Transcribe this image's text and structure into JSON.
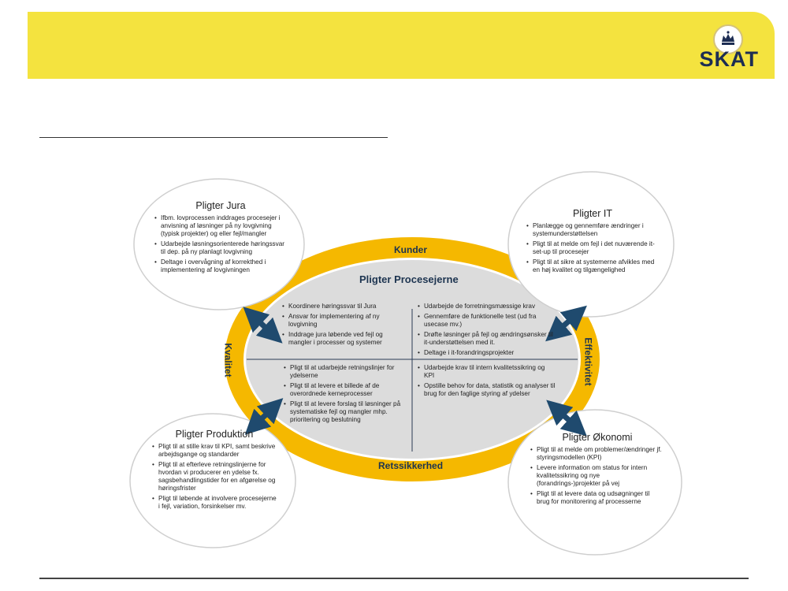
{
  "brand": {
    "name": "SKAT"
  },
  "colors": {
    "banner": "#f4e33f",
    "ring": "#f5b800",
    "center": "#dcdcdc",
    "arrow": "#1f4a6e",
    "text_dark": "#1d3450"
  },
  "ring": {
    "top": "Kunder",
    "bottom": "Retssikkerhed",
    "left": "Kvalitet",
    "right": "Effektivitet"
  },
  "center": {
    "title": "Pligter Procesejerne",
    "top_left": [
      "Koordinere høringssvar til Jura",
      "Ansvar for implementering af ny lovgivning",
      "Inddrage jura løbende ved fejl og mangler i processer og systemer"
    ],
    "top_right": [
      "Udarbejde de forretningsmæssige krav",
      "Gennemføre de funktionelle test (ud fra usecase mv.)",
      "Drøfte løsninger på fejl og ændringsønsker til it-understøttelsen med it.",
      "Deltage i it-forandringsprojekter"
    ],
    "bottom_left": [
      "Pligt til at udarbejde retningslinjer for ydelserne",
      "Pligt til at levere et billede af de overordnede kerneprocesser",
      "Pligt til at levere forslag til løsninger på systematiske fejl og mangler mhp. prioritering og beslutning"
    ],
    "bottom_right": [
      "Udarbejde krav til intern kvalitetssikring og KPI",
      "Opstille behov for data, statistik og analyser til brug for den faglige styring af ydelser"
    ]
  },
  "jura": {
    "title": "Pligter Jura",
    "items": [
      "Ifbm. lovprocessen inddrages procesejer i anvisning af løsninger på ny lovgivning (typisk projekter) og eller fejl/mangler",
      "Udarbejde løsningsorienterede høringssvar til dep. på ny planlagt lovgivning",
      "Deltage i overvågning af korrekthed i implementering af lovgivningen"
    ]
  },
  "it": {
    "title": "Pligter IT",
    "items": [
      "Planlægge og gennemføre ændringer i systemunderstøttelsen",
      "Pligt til at melde om fejl i det nuværende it- set-up til procesejer",
      "Pligt til at sikre at systemerne afvikles med en høj kvalitet og tilgængelighed"
    ]
  },
  "produktion": {
    "title": "Pligter Produktion",
    "items": [
      "Pligt til at stille krav til KPI, samt beskrive arbejdsgange og standarder",
      "Pligt til at efterleve retningslinjerne for hvordan vi producerer en ydelse fx. sagsbehandlingstider for en afgørelse og høringsfrister",
      "Pligt til løbende at involvere procesejerne i fejl, variation, forsinkelser mv."
    ]
  },
  "okonomi": {
    "title": "Pligter Økonomi",
    "items": [
      "Pligt til at melde om problemer/ændringer jf. styringsmodellen (KPI)",
      "Levere information om status for intern kvalitetssikring og nye (forandrings-)projekter på vej",
      "Pligt til at levere data og udsøgninger til brug for monitorering af processerne"
    ]
  }
}
